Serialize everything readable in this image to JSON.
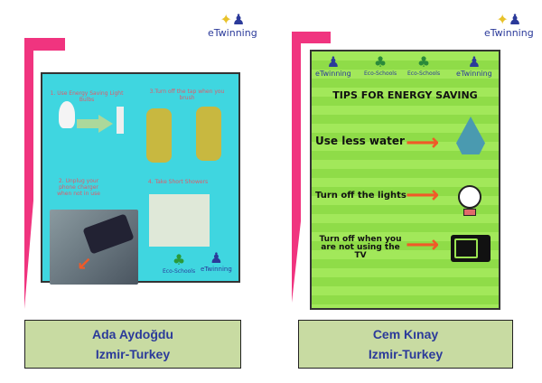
{
  "logos": {
    "etwinning": "eTwinning",
    "ecoschools": "Eco-Schools"
  },
  "left": {
    "poster": {
      "step1": "1. Use Energy Saving Light Bulbs",
      "step3": "3.Turn off the tap when you brush",
      "step2": "2. Unplug your phone charger when not in use",
      "step4": "4. Take Short Showers"
    },
    "caption": {
      "name": "Ada Aydoğdu",
      "location": "Izmir-Turkey"
    }
  },
  "right": {
    "poster": {
      "title": "TIPS FOR ENERGY SAVING",
      "tip1": "Use less water",
      "tip2": "Turn off the lights",
      "tip3": "Turn off when you are not using the TV"
    },
    "caption": {
      "name": "Cem Kınay",
      "location": "Izmir-Turkey"
    }
  },
  "colors": {
    "pink": "#f0347f",
    "cyan": "#3fd6e0",
    "green": "#9be452",
    "caption": "#c8dba2",
    "text": "#2b3a9a"
  }
}
